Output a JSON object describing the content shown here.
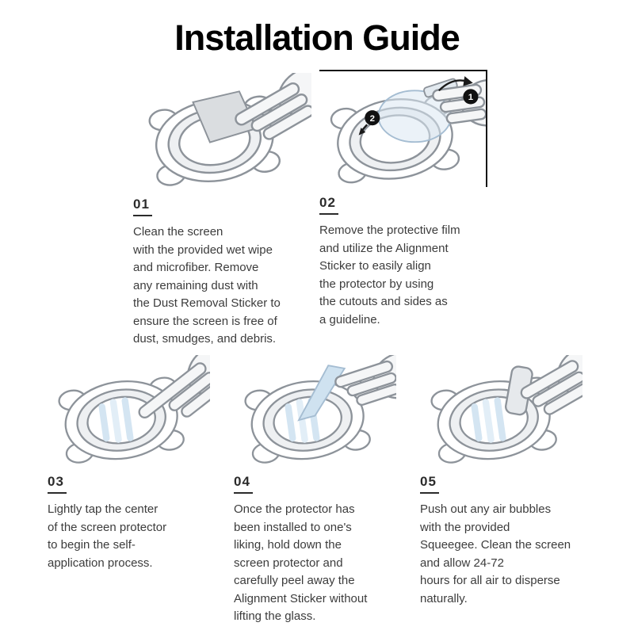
{
  "title": "Installation Guide",
  "steps": [
    {
      "number": "01",
      "text": "Clean the screen\nwith the provided wet wipe\nand microfiber. Remove\nany remaining dust with\nthe Dust Removal Sticker to\nensure the screen is free of\ndust, smudges, and debris."
    },
    {
      "number": "02",
      "badges": [
        "1",
        "2"
      ],
      "text": "Remove the protective film\nand utilize the Alignment\nSticker to easily align\nthe protector by using\nthe cutouts and sides as\na guideline."
    },
    {
      "number": "03",
      "text": "Lightly tap the center\nof the screen protector\nto begin the self-\napplication process."
    },
    {
      "number": "04",
      "text": "Once the protector has\nbeen installed to one's\nliking, hold down the\nscreen protector and\ncarefully peel away the\nAlignment Sticker without\nlifting the glass."
    },
    {
      "number": "05",
      "text": "Push out any air bubbles\nwith the provided\nSqueegee. Clean the screen\nand allow 24-72\nhours for all air to disperse\nnaturally."
    }
  ],
  "colors": {
    "line_art": "#8d939a",
    "film_blue": "#cfe2f0",
    "badge_black": "#111111",
    "body_text": "#3c3c3c",
    "title_text": "#000000"
  }
}
